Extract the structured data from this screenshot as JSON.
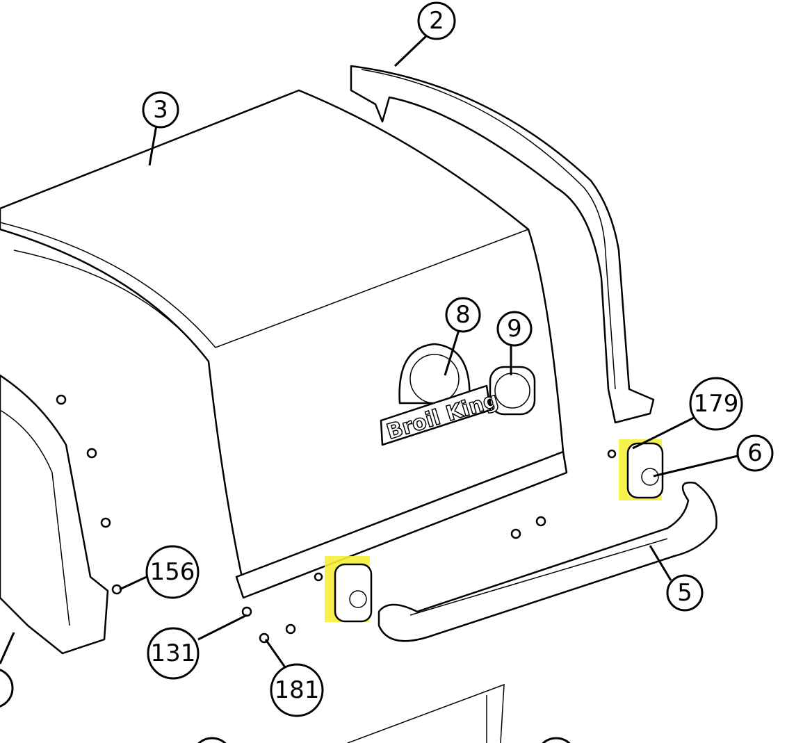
{
  "diagram": {
    "brand_logo": "Broil King",
    "callouts": [
      {
        "id": "2",
        "label": "2"
      },
      {
        "id": "3",
        "label": "3"
      },
      {
        "id": "8",
        "label": "8"
      },
      {
        "id": "9",
        "label": "9"
      },
      {
        "id": "179",
        "label": "179"
      },
      {
        "id": "6",
        "label": "6"
      },
      {
        "id": "5",
        "label": "5"
      },
      {
        "id": "156",
        "label": "156"
      },
      {
        "id": "131",
        "label": "131"
      },
      {
        "id": "181",
        "label": "181"
      }
    ],
    "highlight_color": "#f5f03a"
  }
}
